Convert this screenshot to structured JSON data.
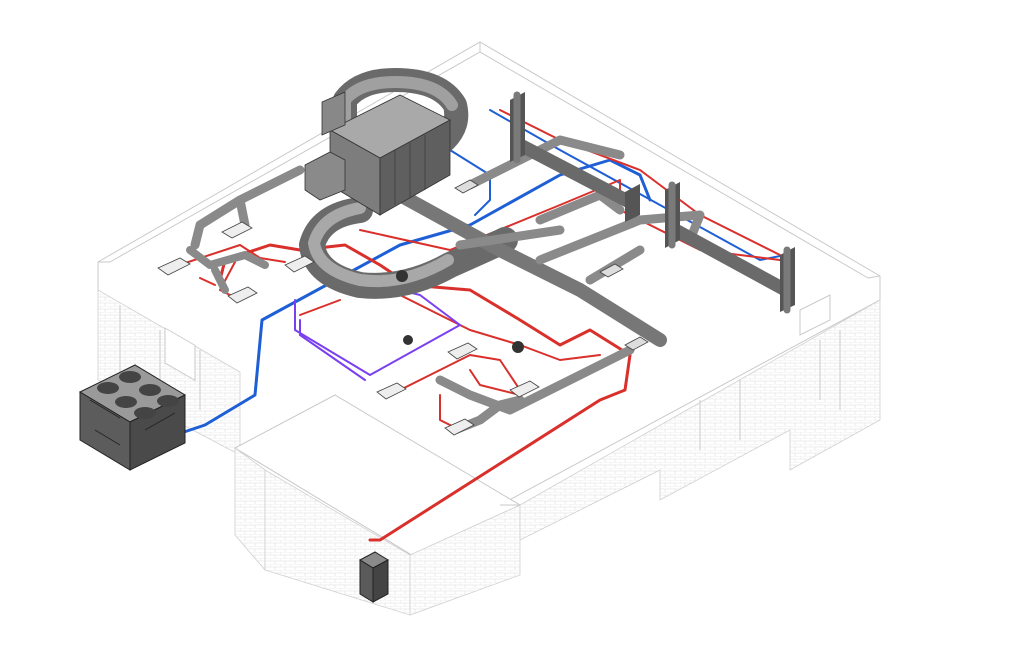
{
  "diagram": {
    "type": "isometric-hvac-building-model",
    "colors": {
      "background": "#ffffff",
      "building_line": "#c9c9c9",
      "duct_body": "#8a8a8a",
      "duct_dark": "#5a5a5a",
      "duct_light": "#b5b5b5",
      "supply_pipe": "#d9302b",
      "return_pipe": "#1f5fd6",
      "glycol_pipe": "#7a3ff0",
      "pipe_outline": "#f2b9b6",
      "equipment": "#6e6e6e"
    },
    "components": {
      "air_handling_unit": "air-handling-unit",
      "outdoor_chiller": "air-cooled-chiller",
      "wall_unit": "wall-mounted-unit",
      "diffusers": "ceiling-diffusers",
      "pumps": "inline-pumps"
    }
  }
}
